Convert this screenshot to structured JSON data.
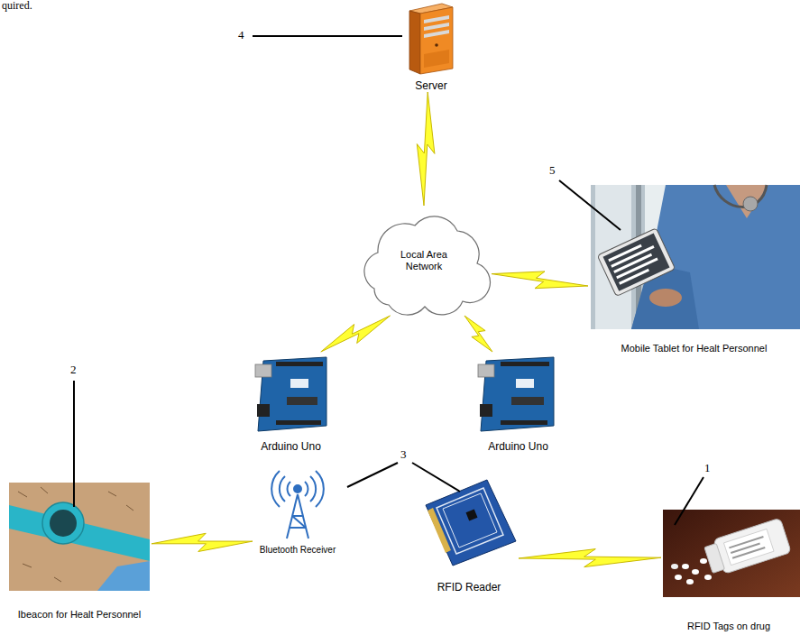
{
  "diagram": {
    "nodes": [
      {
        "text": [
          "Server"
        ]
      },
      {
        "text": [
          "Local Area Network"
        ]
      },
      {
        "text": [
          "Mobile Tablet for Healt Personnel"
        ]
      },
      {
        "text": [
          "Arduino Uno"
        ]
      },
      {
        "text": [
          "Arduino Uno"
        ]
      },
      {
        "text": [
          "Bluetooth Receiver"
        ]
      },
      {
        "text": [
          "RFID Reader"
        ]
      },
      {
        "text": [
          "Ibeacon for Healt Personnel"
        ]
      },
      {
        "text": [
          "RFID Tags on drug"
        ]
      }
    ],
    "edges": [
      {
        "from": 0,
        "to": 1,
        "arrow": "none"
      },
      {
        "from": 1,
        "to": 2,
        "arrow": "none"
      },
      {
        "from": 1,
        "to": 3,
        "arrow": "none"
      },
      {
        "from": 1,
        "to": 4,
        "arrow": "none"
      },
      {
        "from": 5,
        "to": 7,
        "arrow": "none"
      },
      {
        "from": 6,
        "to": 8,
        "arrow": "none"
      }
    ],
    "labels": [
      "quired.",
      "4",
      "5",
      "2",
      "3",
      "1"
    ]
  }
}
